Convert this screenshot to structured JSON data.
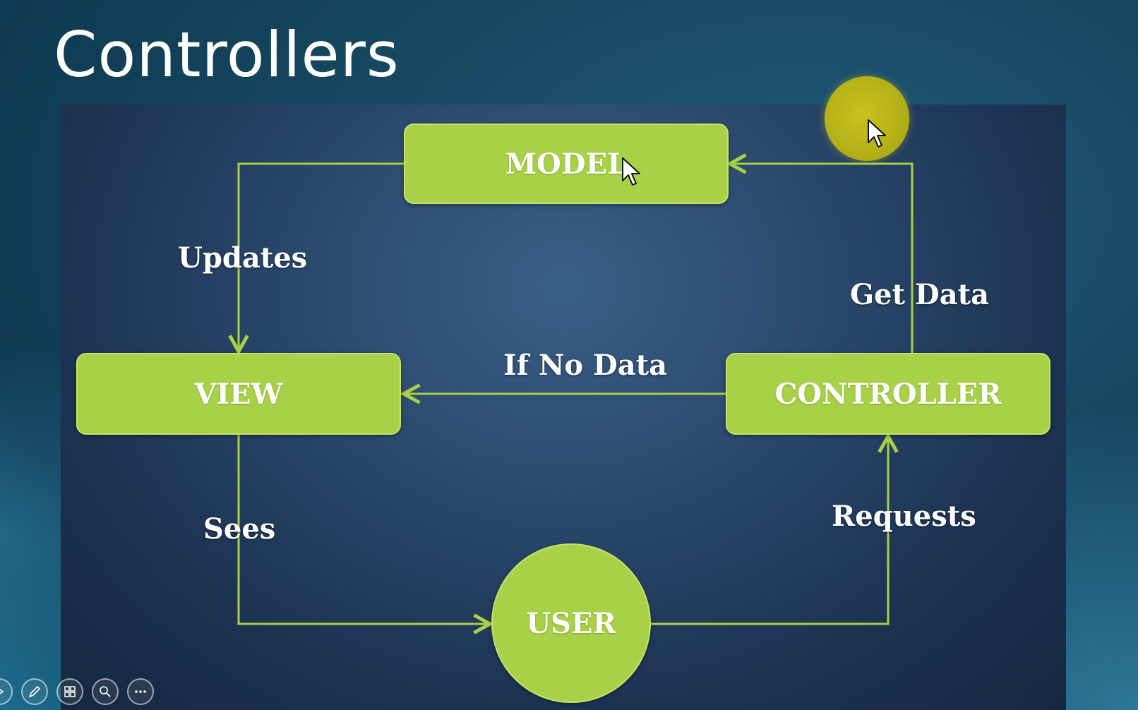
{
  "slide": {
    "title": "Controllers"
  },
  "diagram": {
    "nodes": {
      "model": "MODEL",
      "view": "VIEW",
      "controller": "CONTROLLER",
      "user": "USER"
    },
    "edges": {
      "updates": "Updates",
      "get_data": "Get Data",
      "if_no_data": "If No Data",
      "sees": "Sees",
      "requests": "Requests"
    },
    "colors": {
      "node_fill": "#a9d147",
      "connector": "#a9d147",
      "pointer_highlight": "#c8c21e"
    }
  },
  "toolbar": {
    "buttons": [
      {
        "icon": "play-next-icon"
      },
      {
        "icon": "pen-icon"
      },
      {
        "icon": "slides-grid-icon"
      },
      {
        "icon": "zoom-icon"
      },
      {
        "icon": "more-options-icon"
      }
    ]
  }
}
